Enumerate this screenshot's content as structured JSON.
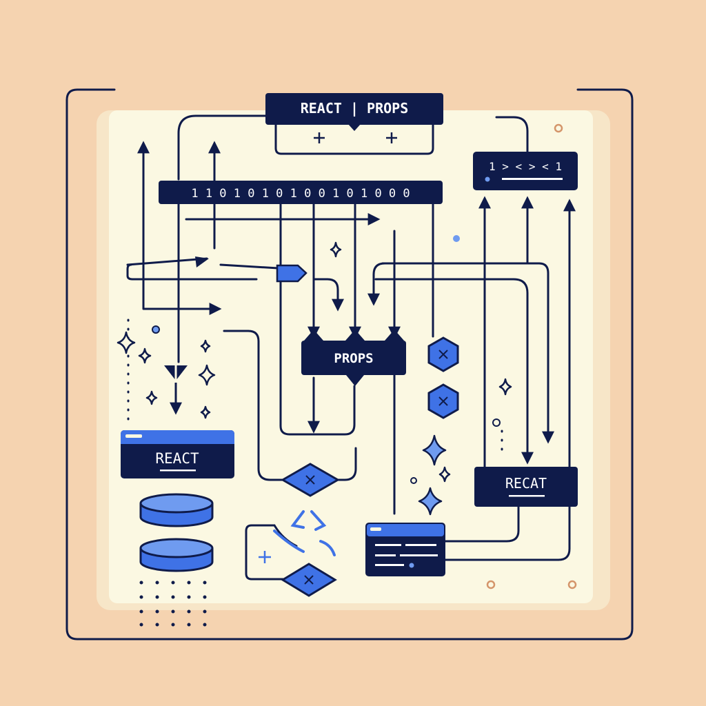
{
  "colors": {
    "background": "#f5d3b0",
    "panel": "#fbf8e2",
    "panel_shadow": "#f7e6c8",
    "ink": "#0f1b4a",
    "accent": "#3f72e6",
    "accent_light": "#6f9bf0"
  },
  "header": {
    "label": "REACT | PROPS"
  },
  "binary_bar": {
    "label": "1 1 0 1 0 1 0 1 0 0 1 0 1 0 0 0"
  },
  "code_tag": {
    "label": "1 > < > < 1"
  },
  "props_box": {
    "label": "PROPS"
  },
  "react_box": {
    "label": "REACT"
  },
  "recat_box": {
    "label": "RECAT"
  },
  "icons": {
    "sparkle": "sparkle-icon",
    "hexagon": "hexagon-icon",
    "diamond": "diamond-icon",
    "database": "database-icon",
    "plus": "plus-icon"
  }
}
